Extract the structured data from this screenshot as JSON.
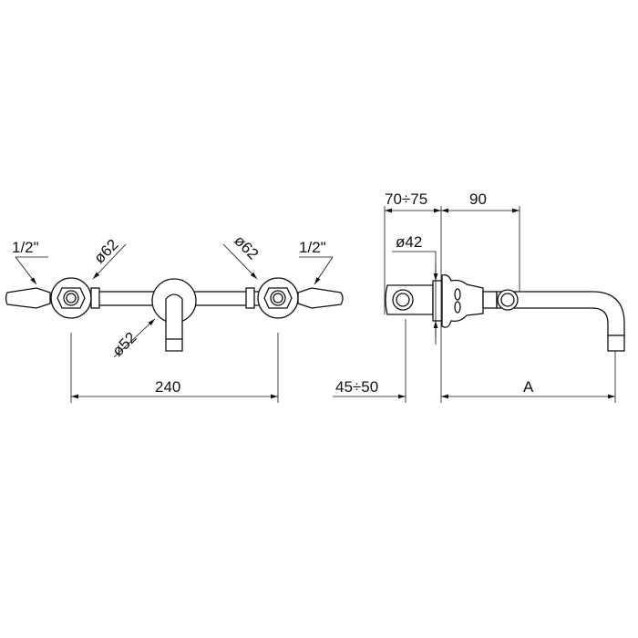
{
  "front_view": {
    "left_thread": "1/2\"",
    "left_diameter": "ø62",
    "right_diameter": "ø62",
    "right_thread": "1/2\"",
    "spout_diameter": "ø52",
    "center_distance": "240"
  },
  "side_view": {
    "body_depth": "70÷75",
    "spout_offset": "90",
    "plate_diameter": "ø42",
    "wall_depth": "45÷50",
    "projection": "A"
  }
}
